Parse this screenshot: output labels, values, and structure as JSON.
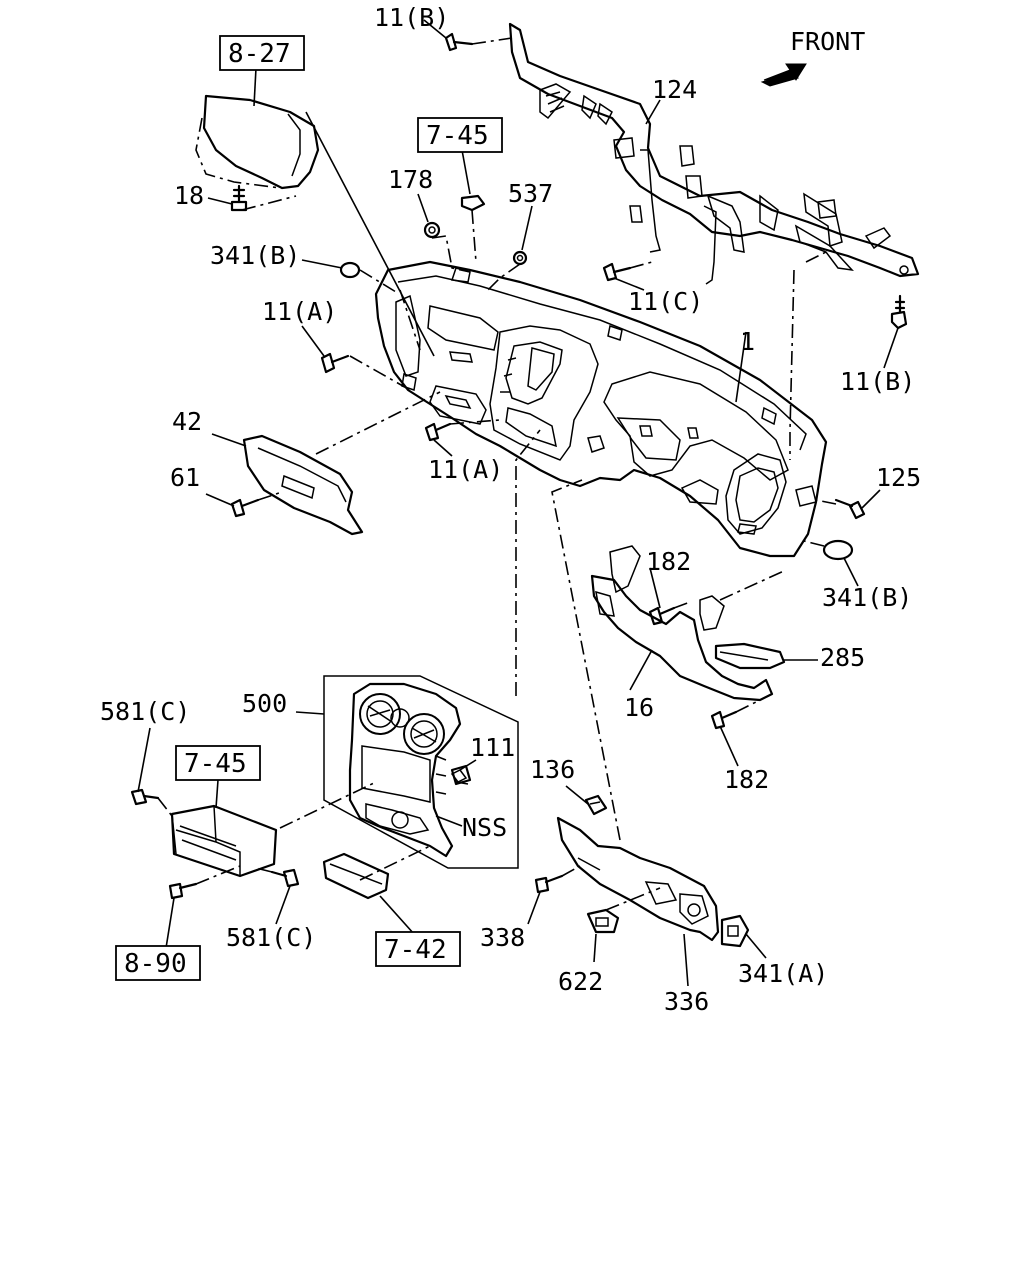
{
  "direction": {
    "label": "FRONT"
  },
  "references": {
    "r827": "8-27",
    "r745_top": "7-45",
    "r745_left": "7-45",
    "r890": "8-90",
    "r742": "7-42"
  },
  "callouts": {
    "c11b_top": "11(B)",
    "c124": "124",
    "c178": "178",
    "c537": "537",
    "c18": "18",
    "c341b_top": "341(B)",
    "c11a_top": "11(A)",
    "c11c": "11(C)",
    "c1": "1",
    "c11b_right": "11(B)",
    "c42": "42",
    "c61": "61",
    "c11a_bottom": "11(A)",
    "c125": "125",
    "c182_top": "182",
    "c341b_right": "341(B)",
    "c285": "285",
    "c16": "16",
    "c182_bottom": "182",
    "c500": "500",
    "c581c_top": "581(C)",
    "c111": "111",
    "c136": "136",
    "c nss": "",
    "cnss": "NSS",
    "c581c_bottom": "581(C)",
    "c338": "338",
    "c622": "622",
    "c336": "336",
    "c341a": "341(A)"
  }
}
